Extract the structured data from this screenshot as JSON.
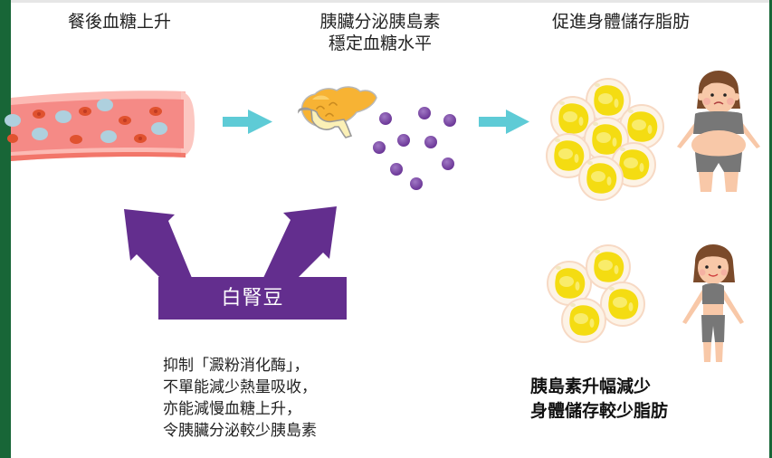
{
  "headings": {
    "step1": "餐後血糖上升",
    "step2_line1": "胰臟分泌胰島素",
    "step2_line2": "穩定血糖水平",
    "step3": "促進身體儲存脂肪"
  },
  "intervention": {
    "label": "白腎豆"
  },
  "description": {
    "lines": [
      "抑制「澱粉消化酶」，",
      "不單能減少熱量吸收，",
      "亦能減慢血糖上升，",
      "令胰臟分泌較少胰島素"
    ]
  },
  "result": {
    "lines": [
      "胰島素升幅減少",
      "身體儲存較少脂肪"
    ]
  },
  "icons": {
    "blood_vessel": "blood-vessel-icon",
    "pancreas": "pancreas-icon",
    "insulin": "insulin-molecules-icon",
    "fat_cells_many": "fat-cells-icon",
    "fat_cells_few": "fat-cells-icon",
    "overweight_person": "overweight-woman-icon",
    "slim_person": "slim-woman-icon",
    "arrow": "arrow-right-icon",
    "up_arrows": "arrow-up-icon"
  },
  "colors": {
    "accent_green": "#186637",
    "purple": "#632e8e",
    "teal_arrow": "#5ecbd6",
    "vessel": "#f58a86",
    "fat_yellow": "#f6e11a"
  }
}
